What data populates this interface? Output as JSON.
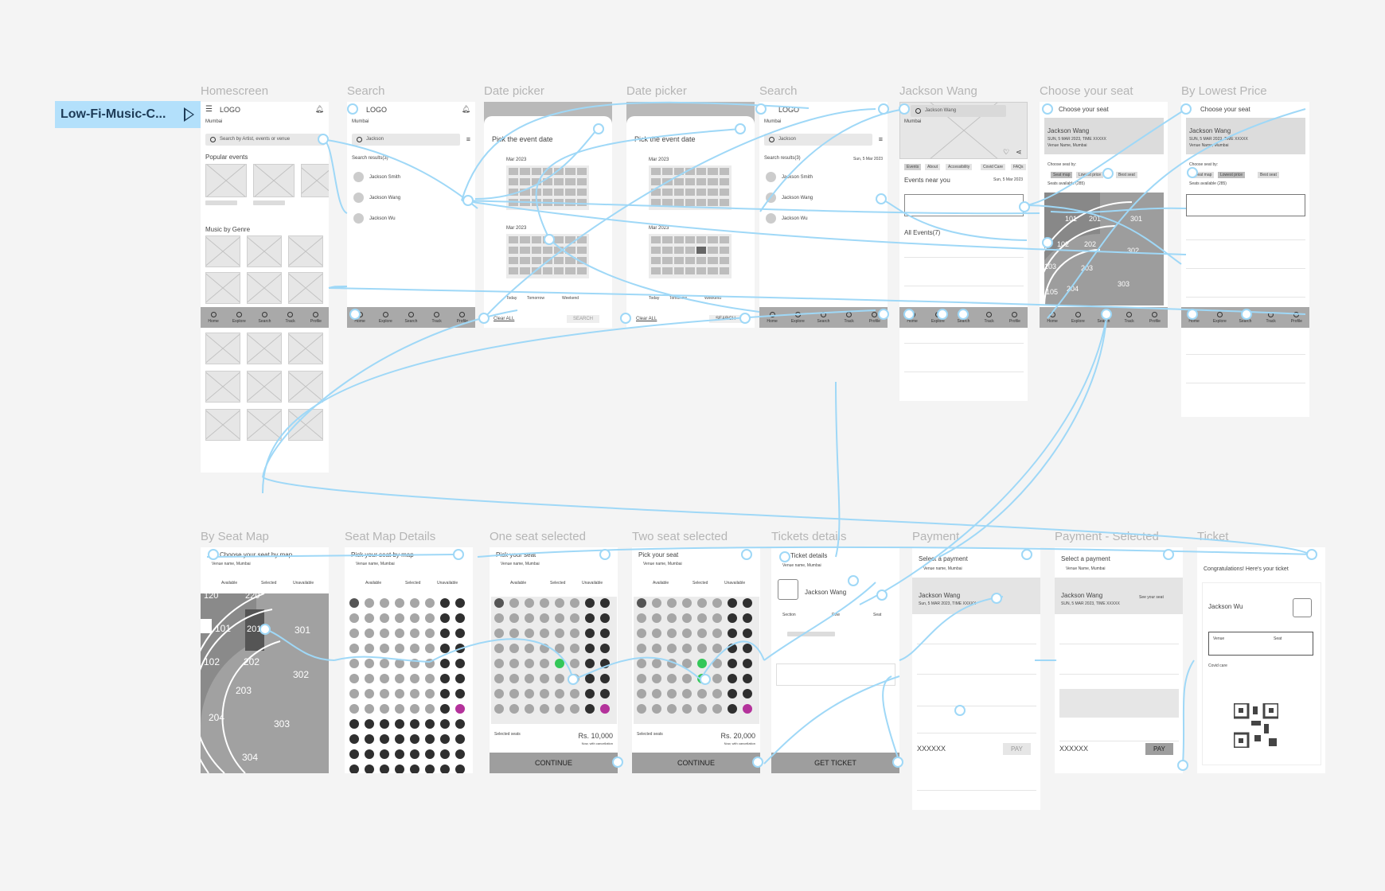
{
  "flow": {
    "label": "Low-Fi-Music-C..."
  },
  "frames": {
    "homescreen": {
      "title": "Homescreen",
      "logo": "LOGO",
      "location": "Mumbai",
      "search_placeholder": "Search by Artist, events or venue",
      "popular": "Popular events",
      "genre": "Music by Genre"
    },
    "search1": {
      "title": "Search",
      "logo": "LOGO",
      "location": "Mumbai",
      "query": "Jackson",
      "results": "Search results(3)",
      "items": [
        "Jackson Smith",
        "Jackson Wang",
        "Jackson Wu"
      ]
    },
    "date1": {
      "title": "Date picker",
      "heading": "Pick the event date",
      "month1": "Mar 2023",
      "month2": "Mar 2023",
      "clear": "Clear ALL",
      "search": "SEARCH",
      "chips": [
        "Today",
        "Tomorrow",
        "Weekend"
      ]
    },
    "date2": {
      "title": "Date picker",
      "heading": "Pick the event date",
      "month1": "Mar 2023",
      "month2": "Mar 2023",
      "clear": "Clear ALL",
      "search": "SEARCH",
      "chips": [
        "Today",
        "Tomorrow",
        "Weekend"
      ]
    },
    "search2": {
      "title": "Search",
      "logo": "LOGO",
      "location": "Mumbai",
      "query": "Jackson",
      "results": "Search results(3)",
      "date": "Sun, 5 Mar 2023",
      "items": [
        "Jackson Smith",
        "Jackson Wang",
        "Jackson Wu"
      ]
    },
    "artist": {
      "title": "Jackson Wang",
      "search_value": "Jackson Wang",
      "location": "Mumbai",
      "tabs": [
        "Events",
        "About",
        "Accessibility",
        "Covid Care",
        "FAQs"
      ],
      "near": "Events near you",
      "near_date": "Sun, 5 Mar 2023",
      "all": "All Events(7)"
    },
    "choose_seat": {
      "title": "Choose your seat",
      "header": "Choose your seat",
      "artist": "Jackson Wang",
      "date": "SUN, 5 MAR 2023, TIME XXXXX",
      "venue": "Venue Name, Mumbai",
      "choose_by": "Choose seat by:",
      "options": [
        "Seat map",
        "Lowest price",
        "Best seat"
      ],
      "available": "Seats available (285)",
      "sections": [
        "101",
        "201",
        "301",
        "102",
        "202",
        "302",
        "103",
        "203",
        "303",
        "105",
        "204"
      ]
    },
    "lowest": {
      "title": "By Lowest Price",
      "header": "Choose your seat",
      "artist": "Jackson Wang",
      "date": "SUN, 5 MAR 2023, TIME XXXXX",
      "venue": "Venue Name, Mumbai",
      "choose_by": "Choose seat by:",
      "options": [
        "Seat map",
        "Lowest price",
        "Best seat"
      ],
      "available": "Seats available (285)"
    },
    "seatmap": {
      "title": "By Seat Map",
      "header": "Choose your seat by map",
      "venue": "Venue name, Mumbai",
      "legend": [
        "Available",
        "Selected",
        "Unavailable"
      ],
      "sections": [
        "120",
        "220",
        "101",
        "201",
        "301",
        "102",
        "202",
        "302",
        "203",
        "204",
        "303",
        "304"
      ]
    },
    "seatmap_details": {
      "title": "Seat Map Details",
      "header": "Pick your seat by map",
      "venue": "Venue name, Mumbai",
      "legend": [
        "Available",
        "Selected",
        "Unavailable"
      ]
    },
    "one_seat": {
      "title": "One seat selected",
      "header": "Pick your seat",
      "venue": "Venue name, Mumbai",
      "legend": [
        "Available",
        "Selected",
        "Unavailable"
      ],
      "selected": "Selected seats",
      "price": "Rs. 10,000",
      "note": "Now, with cancellation",
      "cta": "CONTINUE"
    },
    "two_seat": {
      "title": "Two seat selected",
      "header": "Pick your seat",
      "venue": "Venue name, Mumbai",
      "legend": [
        "Available",
        "Selected",
        "Unavailable"
      ],
      "selected": "Selected seats",
      "price": "Rs. 20,000",
      "note": "Now, with cancellation",
      "cta": "CONTINUE"
    },
    "tickets": {
      "title": "Tickets details",
      "header": "Ticket details",
      "venue": "Venue name, Mumbai",
      "artist": "Jackson Wang",
      "cols": [
        "Section",
        "Row",
        "Seat"
      ],
      "cta": "GET TICKET"
    },
    "payment": {
      "title": "Payment",
      "header": "Select a payment",
      "venue": "Venue name, Mumbai",
      "artist": "Jackson Wang",
      "date": "Sun, 5 MAR 2023, TIME XXXXX",
      "total": "XXXXXX",
      "pay": "PAY"
    },
    "payment_sel": {
      "title": "Payment - Selected",
      "header": "Select a payment",
      "venue": "Venue Name, Mumbai",
      "artist": "Jackson Wang",
      "date": "SUN, 5 MAR 2023, TIME XXXXX",
      "total": "XXXXXX",
      "pay": "PAY",
      "see_seat": "See your seat"
    },
    "ticket": {
      "title": "Ticket",
      "congrats": "Congratulations! Here's your ticket",
      "artist": "Jackson Wu",
      "labels": [
        "Venue",
        "Seat"
      ],
      "covid": "Covid care"
    }
  },
  "nav": [
    "Home",
    "Explore",
    "Search",
    "Track",
    "Profile"
  ],
  "colors": {
    "canvas": "#f4f4f4",
    "wire": "#9fd8f7",
    "selected": "#34c759",
    "special": "#b4329b"
  }
}
